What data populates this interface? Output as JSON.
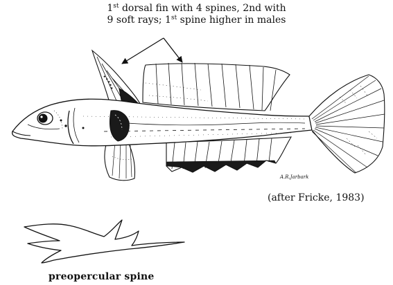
{
  "annotation": {
    "line1_a": "1",
    "line1_sup": "st",
    "line1_b": " dorsal fin with 4 spines, 2nd with",
    "line2_a": "9 soft rays; 1",
    "line2_sup": "st",
    "line2_b": " spine higher in males"
  },
  "credit": "(after Fricke, 1983)",
  "artist_signature": "A.R.Jarbark",
  "spine_label": "preopercular spine",
  "colors": {
    "ink": "#111111",
    "background": "#ffffff"
  }
}
